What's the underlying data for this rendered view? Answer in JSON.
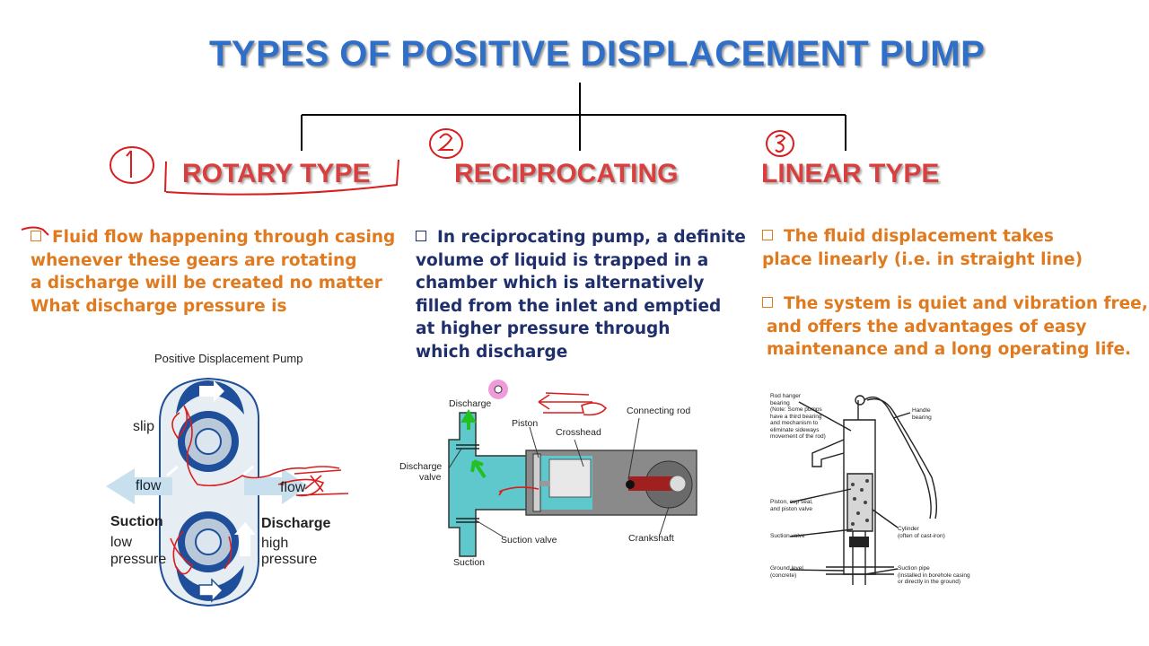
{
  "slide": {
    "title": "TYPES OF POSITIVE DISPLACEMENT PUMP"
  },
  "columns": [
    {
      "heading": "ROTARY TYPE",
      "number_mark": "1",
      "bullets": [
        {
          "lines": [
            "Fluid flow happening through casing",
            "whenever these gears are rotating",
            "a discharge will be created no matter",
            "What discharge pressure is"
          ]
        }
      ]
    },
    {
      "heading": "RECIPROCATING",
      "number_mark": "2",
      "bullets": [
        {
          "lines": [
            "In reciprocating pump, a definite",
            "volume of liquid is trapped in a",
            "chamber which is alternatively",
            "filled from the inlet and emptied",
            "at higher pressure through",
            "which discharge"
          ]
        }
      ]
    },
    {
      "heading": "LINEAR TYPE",
      "number_mark": "3",
      "bullets": [
        {
          "lines": [
            "The fluid displacement takes",
            "place linearly (i.e. in straight line)"
          ]
        },
        {
          "lines": [
            "The system is quiet and vibration free,",
            "and offers the advantages of easy",
            "maintenance and a long operating life."
          ]
        }
      ]
    }
  ],
  "rotary_diagram": {
    "title": "Positive Displacement Pump",
    "slip": "slip",
    "flow_left": "flow",
    "flow_right": "flow",
    "suction": "Suction",
    "suction_sub1": "low",
    "suction_sub2": "pressure",
    "discharge": "Discharge",
    "discharge_sub1": "high",
    "discharge_sub2": "pressure"
  },
  "reciprocating_diagram": {
    "discharge": "Discharge",
    "piston": "Piston",
    "connecting_rod": "Connecting rod",
    "crosshead": "Crosshead",
    "discharge_valve_1": "Discharge",
    "discharge_valve_2": "valve",
    "suction_valve": "Suction valve",
    "crankshaft": "Crankshaft",
    "suction": "Suction"
  },
  "hand_pump_diagram": {
    "rod_hanger_1": "Rod hanger",
    "rod_hanger_2": "bearing",
    "note_1": "(Note: Some pumps",
    "note_2": "have a third bearing",
    "note_3": "and mechanism to",
    "note_4": "eliminate sideways",
    "note_5": "movement of the rod)",
    "handle_1": "Handle",
    "handle_2": "bearing",
    "piston_1": "Piston, cup seal,",
    "piston_2": "and piston valve",
    "cylinder_1": "Cylinder",
    "cylinder_2": "(often of cast-iron)",
    "suction_valve": "Suction valve",
    "ground_1": "Ground level",
    "ground_2": "(concrete)",
    "suction_pipe_1": "Suction pipe",
    "suction_pipe_2": "(installed in borehole casing",
    "suction_pipe_3": "or directly in the ground)"
  },
  "colors": {
    "title_blue": "#2f6fc8",
    "heading_red": "#d84040",
    "text_orange": "#e07a1f",
    "text_navy": "#1f2f6b",
    "annotation_red": "#d81e1e",
    "pump_blue": "#1f4f9a",
    "fluid_cyan": "#5ec8cc",
    "cursor_magenta": "#e020b0"
  }
}
